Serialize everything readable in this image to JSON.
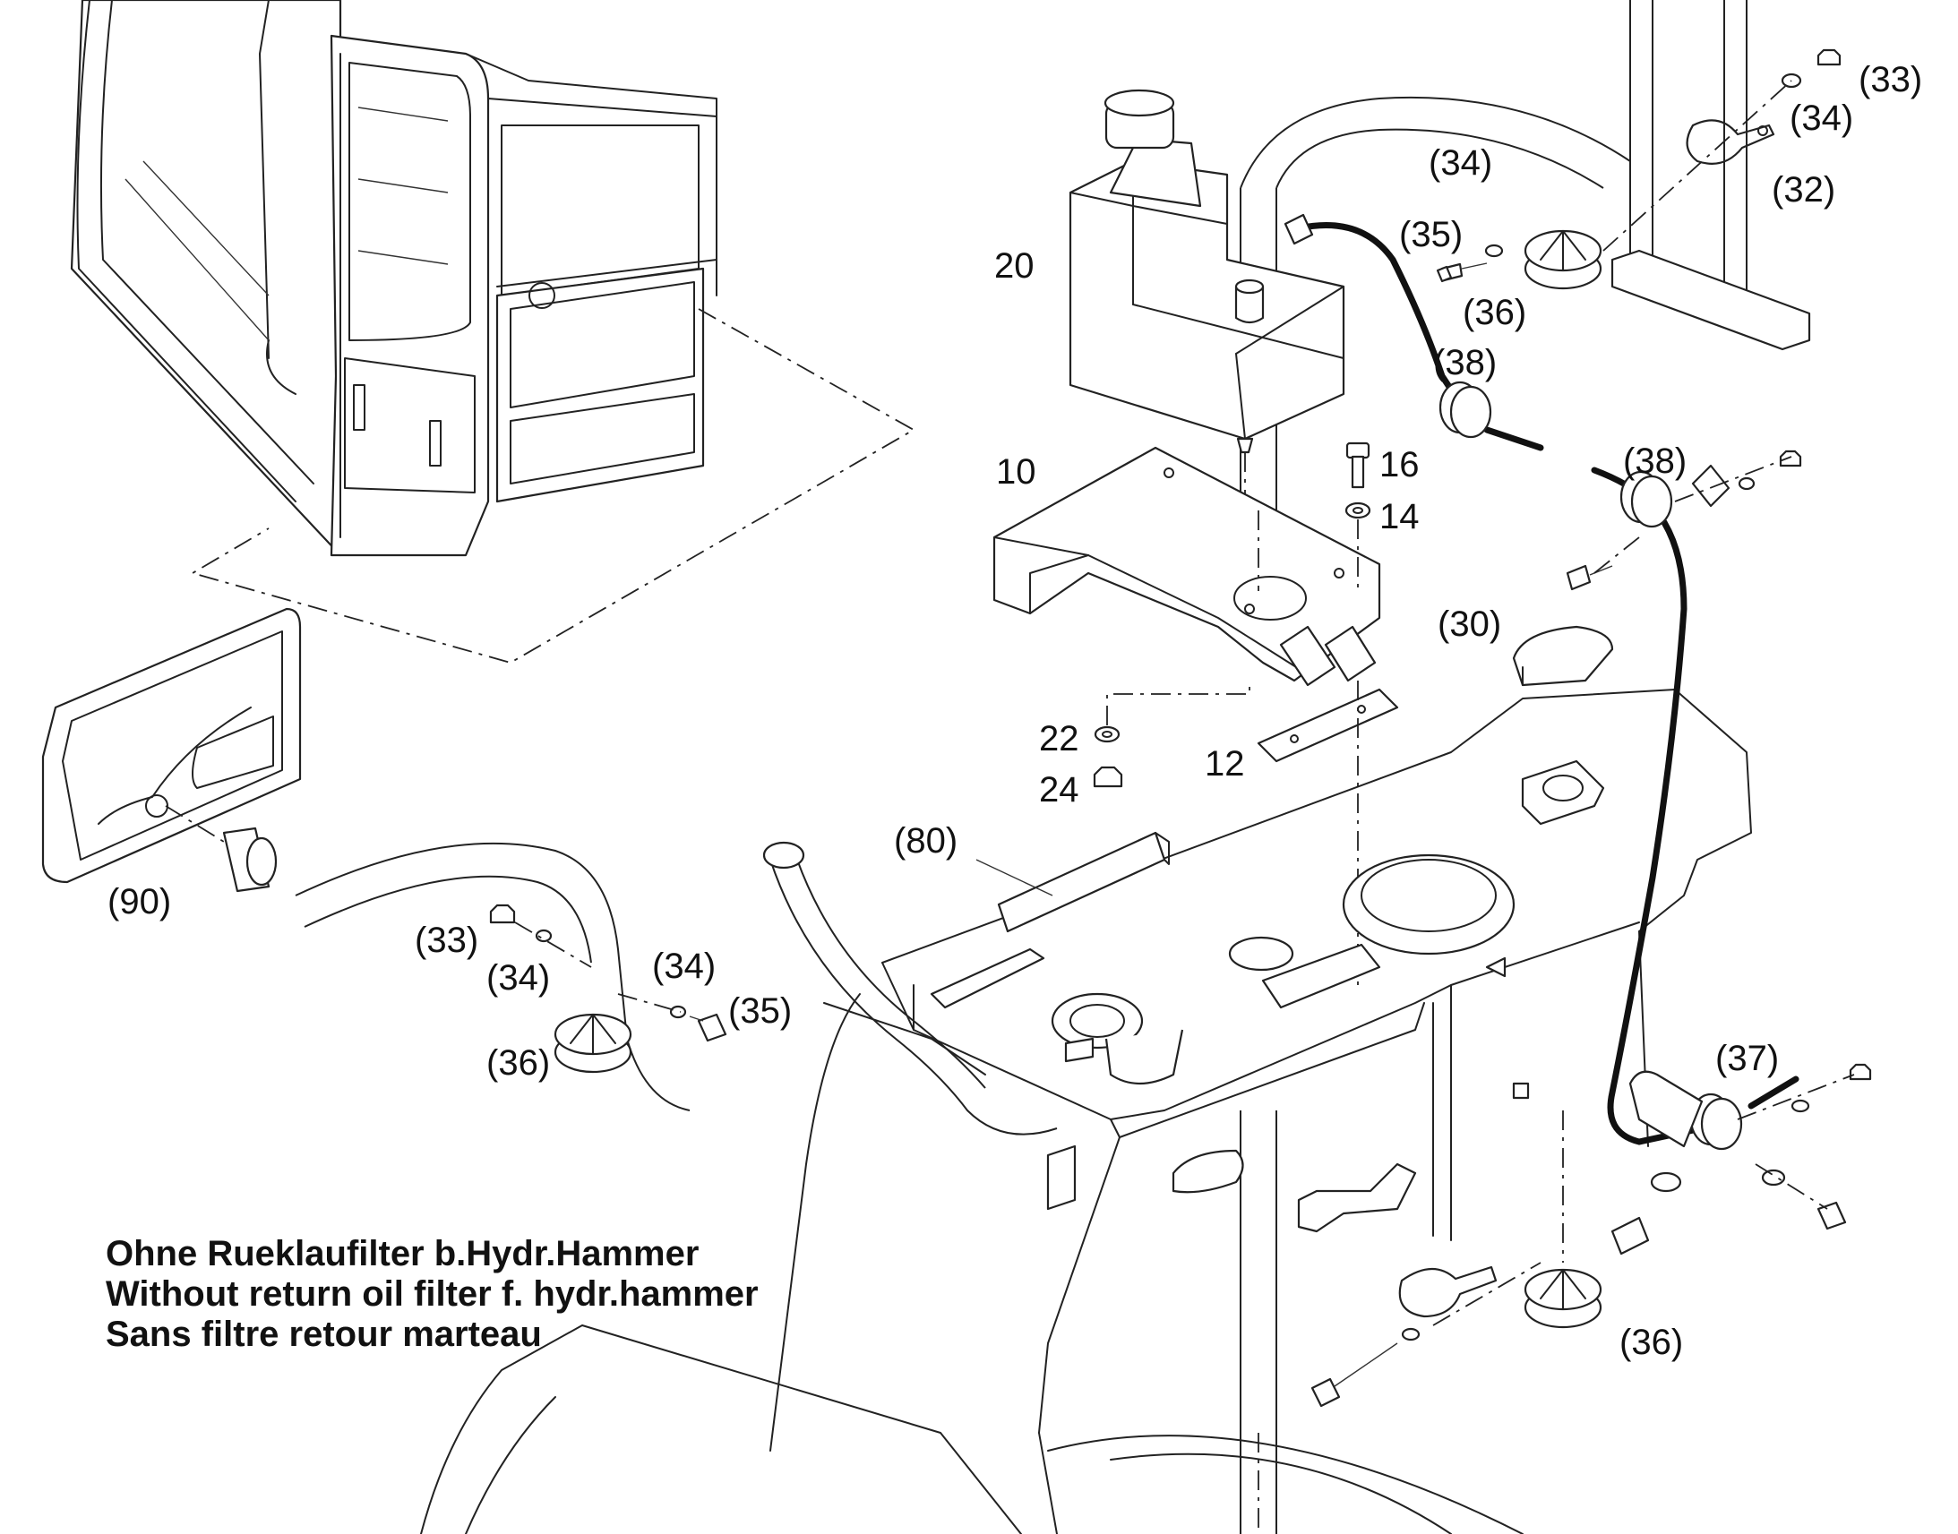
{
  "callouts": [
    {
      "id": "20",
      "text": "20"
    },
    {
      "id": "10",
      "text": "10"
    },
    {
      "id": "16",
      "text": "16"
    },
    {
      "id": "14",
      "text": "14"
    },
    {
      "id": "22",
      "text": "22"
    },
    {
      "id": "24",
      "text": "24"
    },
    {
      "id": "12",
      "text": "12"
    },
    {
      "id": "80",
      "text": "(80)"
    },
    {
      "id": "90",
      "text": "(90)"
    },
    {
      "id": "30",
      "text": "(30)"
    },
    {
      "id": "33a",
      "text": "(33)"
    },
    {
      "id": "34a",
      "text": "(34)"
    },
    {
      "id": "32",
      "text": "(32)"
    },
    {
      "id": "34b",
      "text": "(34)"
    },
    {
      "id": "35a",
      "text": "(35)"
    },
    {
      "id": "36a",
      "text": "(36)"
    },
    {
      "id": "38a",
      "text": "(38)"
    },
    {
      "id": "38b",
      "text": "(38)"
    },
    {
      "id": "37",
      "text": "(37)"
    },
    {
      "id": "36b",
      "text": "(36)"
    },
    {
      "id": "33b",
      "text": "(33)"
    },
    {
      "id": "34c",
      "text": "(34)"
    },
    {
      "id": "34d",
      "text": "(34)"
    },
    {
      "id": "35b",
      "text": "(35)"
    },
    {
      "id": "36c",
      "text": "(36)"
    }
  ],
  "caption": {
    "line_de": "Ohne Rueklaufilter b.Hydr.Hammer",
    "line_en": "Without return oil filter f. hydr.hammer",
    "line_fr": "Sans filtre retour marteau"
  },
  "colors": {
    "line": "#222222",
    "background": "#ffffff"
  }
}
